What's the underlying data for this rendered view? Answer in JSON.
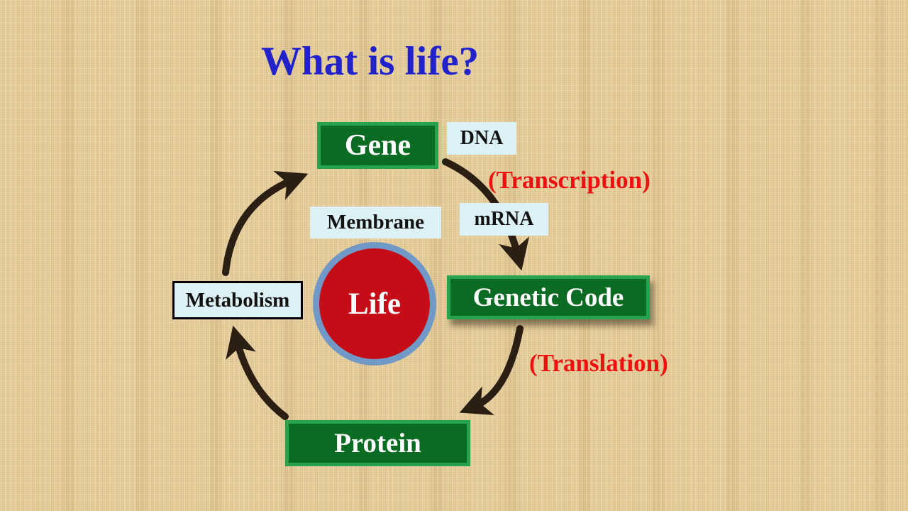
{
  "title": {
    "text": "What is life?"
  },
  "cycle": {
    "gene": "Gene",
    "genetic_code": "Genetic Code",
    "protein": "Protein",
    "metabolism": "Metabolism"
  },
  "center": {
    "life": "Life",
    "membrane": "Membrane"
  },
  "molecules": {
    "dna": "DNA",
    "mrna": "mRNA"
  },
  "processes": {
    "transcription": "(Transcription)",
    "translation": "(Translation)"
  },
  "colors": {
    "bg": "#e7cf9d",
    "title_blue": "#2222cc",
    "green_fill": "#0a6b22",
    "green_border": "#27a24f",
    "cyan_bg": "#dcf2f6",
    "red_text": "#ee1010",
    "life_fill": "#c60d17",
    "life_border": "#7099c8",
    "arrow": "#2b1e12",
    "dark_text": "#111111"
  }
}
